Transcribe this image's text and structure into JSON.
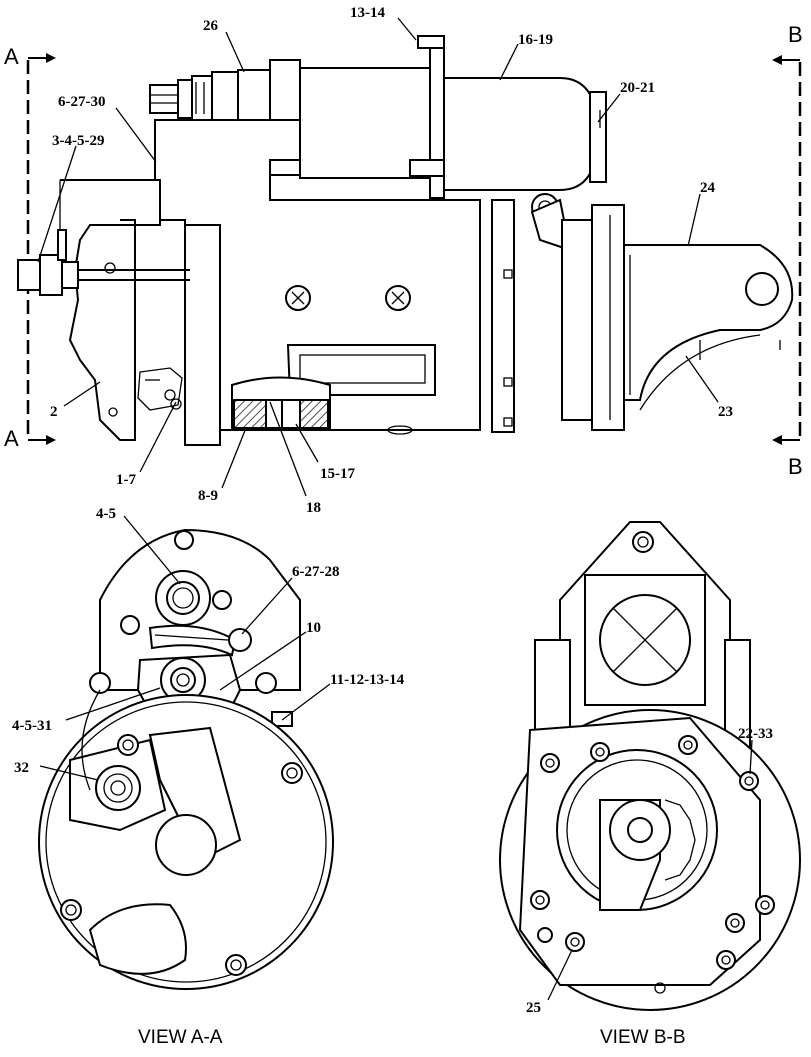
{
  "section_markers": {
    "a_top": "A",
    "a_bottom": "A",
    "b_top": "B",
    "b_bottom": "B"
  },
  "captions": {
    "view_a": "VIEW A-A",
    "view_b": "VIEW B-B"
  },
  "side_view_callouts": {
    "c26": "26",
    "c13_14": "13-14",
    "c16_19": "16-19",
    "c6_27_30": "6-27-30",
    "c3_4_5_29": "3-4-5-29",
    "c20_21": "20-21",
    "c24": "24",
    "c23": "23",
    "c2": "2",
    "c1_7": "1-7",
    "c8_9": "8-9",
    "c15_17": "15-17",
    "c18": "18"
  },
  "view_a_callouts": {
    "c4_5": "4-5",
    "c6_27_28": "6-27-28",
    "c10": "10",
    "c11_12_13_14": "11-12-13-14",
    "c4_5_31": "4-5-31",
    "c32": "32"
  },
  "view_b_callouts": {
    "c22_33": "22-33",
    "c25": "25"
  }
}
